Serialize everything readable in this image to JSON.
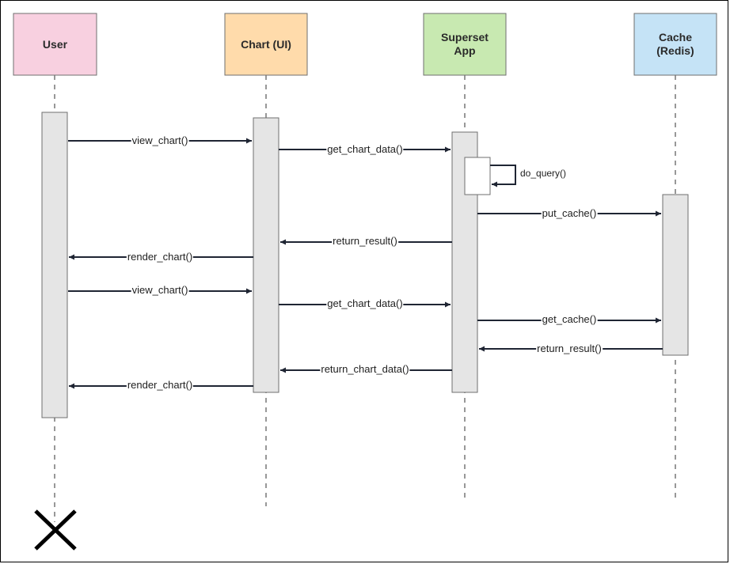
{
  "colors": {
    "user": "#f8d0e0",
    "chart_ui": "#ffdbab",
    "superset_app": "#c8e9b1",
    "cache": "#c5e3f6",
    "activation": "#e5e5e5",
    "arrow": "#1f2533",
    "border": "#6f6f6f"
  },
  "participants": {
    "user": "User",
    "chart_ui": "Chart (UI)",
    "superset_app": "Superset\nApp",
    "cache": "Cache\n(Redis)"
  },
  "messages": [
    {
      "id": "m1",
      "label": "view_chart()",
      "from": "user",
      "to": "chart_ui"
    },
    {
      "id": "m2",
      "label": "get_chart_data()",
      "from": "chart_ui",
      "to": "superset_app"
    },
    {
      "id": "m3",
      "label": "do_query()",
      "from": "superset_app",
      "to": "superset_app"
    },
    {
      "id": "m4",
      "label": "put_cache()",
      "from": "superset_app",
      "to": "cache"
    },
    {
      "id": "m5",
      "label": "return_result()",
      "from": "superset_app",
      "to": "chart_ui"
    },
    {
      "id": "m6",
      "label": "render_chart()",
      "from": "chart_ui",
      "to": "user"
    },
    {
      "id": "m7",
      "label": "view_chart()",
      "from": "user",
      "to": "chart_ui"
    },
    {
      "id": "m8",
      "label": "get_chart_data()",
      "from": "chart_ui",
      "to": "superset_app"
    },
    {
      "id": "m9",
      "label": "get_cache()",
      "from": "superset_app",
      "to": "cache"
    },
    {
      "id": "m10",
      "label": "return_result()",
      "from": "cache",
      "to": "superset_app"
    },
    {
      "id": "m11",
      "label": "return_chart_data()",
      "from": "superset_app",
      "to": "chart_ui"
    },
    {
      "id": "m12",
      "label": "render_chart()",
      "from": "chart_ui",
      "to": "user"
    }
  ],
  "icons": {
    "terminate": "x-icon"
  }
}
